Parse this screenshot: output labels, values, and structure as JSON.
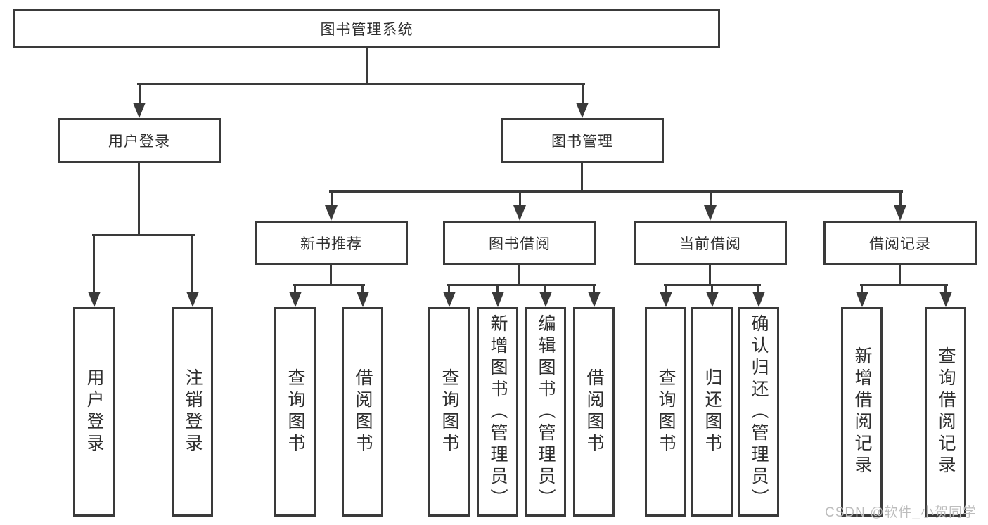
{
  "diagram": {
    "title": "图书管理系统",
    "root": "图书管理系统",
    "branches": [
      {
        "label": "用户登录",
        "children": [
          "用户登录",
          "注销登录"
        ]
      },
      {
        "label": "图书管理",
        "sections": [
          {
            "label": "新书推荐",
            "children": [
              "查询图书",
              "借阅图书"
            ]
          },
          {
            "label": "图书借阅",
            "children": [
              "查询图书",
              "新增图书（管理员）",
              "编辑图书（管理员）",
              "借阅图书"
            ]
          },
          {
            "label": "当前借阅",
            "children": [
              "查询图书",
              "归还图书",
              "确认归还（管理员）"
            ]
          },
          {
            "label": "借阅记录",
            "children": [
              "新增借阅记录",
              "查询借阅记录"
            ]
          }
        ]
      }
    ]
  },
  "watermark": "CSDN @软件_小贺同学",
  "colors": {
    "line": "#3a3a3a",
    "text": "#2e2e2e",
    "watermark": "#bdbdbd",
    "background": "#ffffff"
  }
}
